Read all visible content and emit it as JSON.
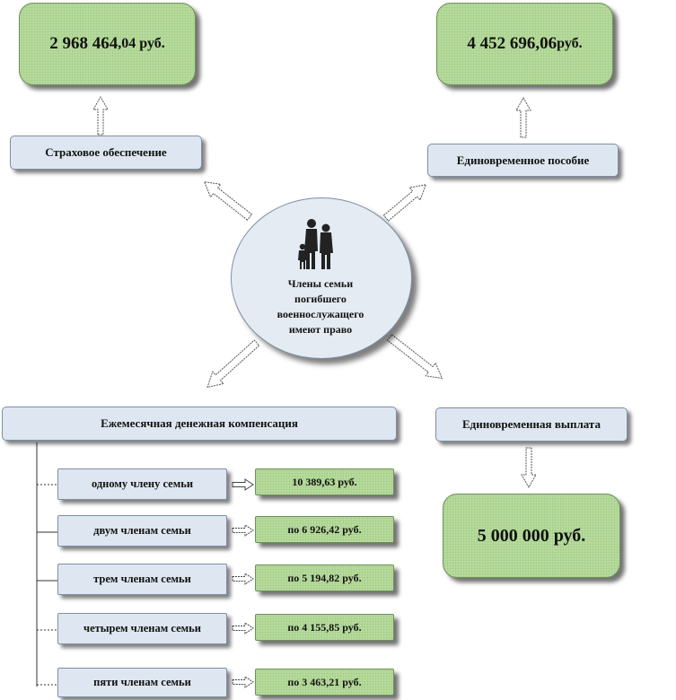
{
  "center": {
    "icon": "family-silhouette-icon",
    "text": "Члены семьи\nпогибшего\nвоеннослужащего\nимеют право"
  },
  "top_left": {
    "amount_main": "2 968 464",
    "amount_rest": ",04 руб.",
    "label": "Страховое обеспечение"
  },
  "top_right": {
    "amount_main": "4 452 696,06",
    "amount_rest": " руб.",
    "label": "Единовременное пособие"
  },
  "bottom_right": {
    "label": "Единовременная выплата",
    "amount": "5 000 000 руб."
  },
  "monthly": {
    "label": "Ежемесячная денежная компенсация",
    "rows": [
      {
        "label": "одному члену семьи",
        "amount": "10 389,63 руб."
      },
      {
        "label": "двум членам семьи",
        "amount": "по 6 926,42 руб."
      },
      {
        "label": "трем членам семьи",
        "amount": "по 5 194,82 руб."
      },
      {
        "label": "четырем членам семьи",
        "amount": "по 4 155,85 руб."
      },
      {
        "label": "пяти членам семьи",
        "amount": "по 3 463,21 руб."
      }
    ]
  },
  "colors": {
    "green_fill": "#b9dca0",
    "blue_fill": "#dee7f1",
    "border": "#7e8fa3"
  }
}
